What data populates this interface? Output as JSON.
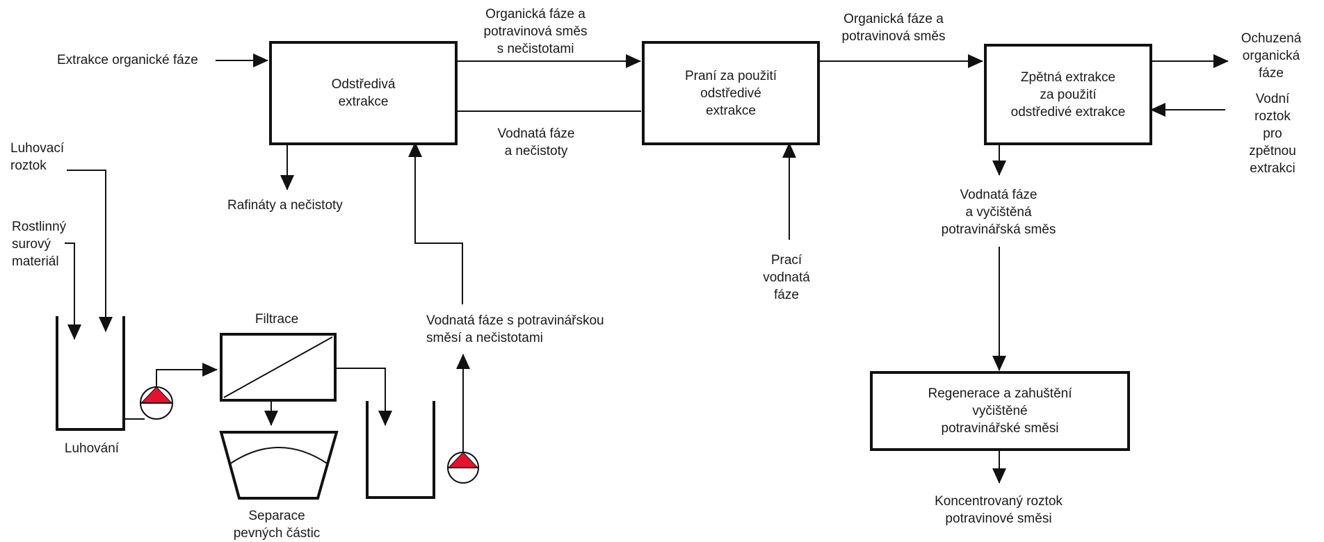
{
  "boxes": {
    "centrifugal_extraction": "Odstředivá\nextrakce",
    "washing": "Praní za použití\nodstředivé\nextrakce",
    "back_extraction": "Zpětná extrakce\nza použití\nodstředivé extrakce",
    "regeneration": "Regenerace a zahuštění\nvyčištěné\npotravinářské směsi"
  },
  "labels": {
    "organic_extraction": "Extrakce organické fáze",
    "org_food_impurities": "Organická fáze a\npotravinová směs\ns nečistotami",
    "org_food_mix": "Organická fáze a\npotravinová směs",
    "depleted_organic": "Ochuzená\norganická\nfáze",
    "aqueous_for_back": "Vodní roztok\npro zpětnou\nextrakci",
    "aqueous_impurities": "Vodnatá fáze\na nečistoty",
    "raffinates": "Rafináty a nečistoty",
    "leach_solution": "Luhovací\nroztok",
    "plant_material": "Rostlinný\nsurový\nmateriál",
    "leaching": "Luhování",
    "filtration": "Filtrace",
    "particle_separation": "Separace\npevných částic",
    "aqueous_food_impurities": "Vodnatá fáze s potravinářskou\nsměsí a nečistotami",
    "wash_aqueous": "Prací\nvodnatá\nfáze",
    "aqueous_purified": "Vodnatá fáze\na vyčištěná\npotravinářská směs",
    "concentrated": "Koncentrovaný roztok\npotravinové směsi"
  },
  "colors": {
    "pump_fill": "#e8112d",
    "line": "#111111"
  }
}
